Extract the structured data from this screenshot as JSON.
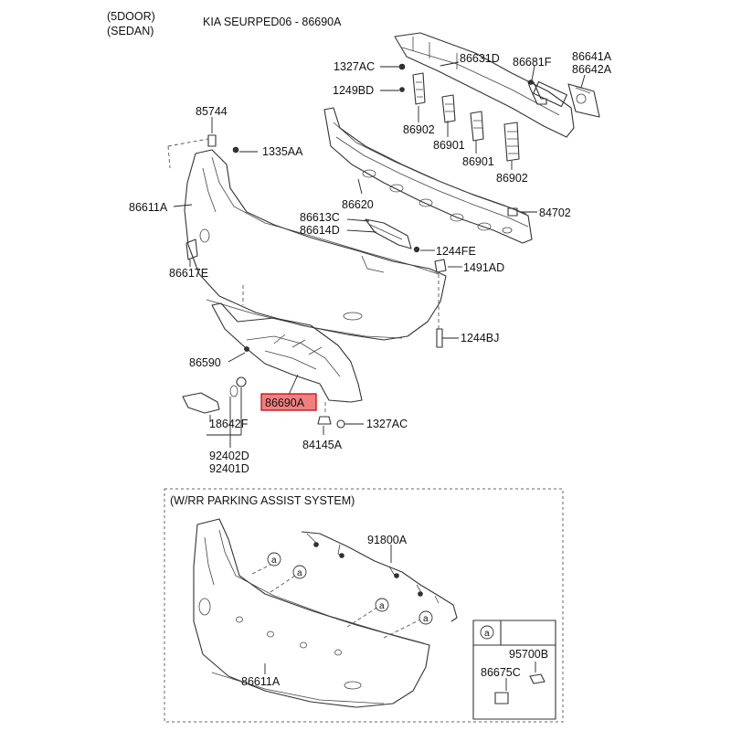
{
  "header": {
    "door": "(5DOOR)",
    "body": "(SEDAN)",
    "catalog_ref": "KIA SEURPED06 - 86690A"
  },
  "parts": {
    "p1327AC_top": "1327AC",
    "p1249BD": "1249BD",
    "p86631D": "86631D",
    "p86681F": "86681F",
    "p86641A": "86641A",
    "p86642A": "86642A",
    "p86902_left": "86902",
    "p86901_left": "86901",
    "p86901_right": "86901",
    "p86902_right": "86902",
    "p85744": "85744",
    "p1335AA": "1335AA",
    "p86611A_top": "86611A",
    "p86620": "86620",
    "p84702": "84702",
    "p86613C": "86613C",
    "p86614D": "86614D",
    "p1244FE": "1244FE",
    "p1491AD": "1491AD",
    "p86617E": "86617E",
    "p1244BJ": "1244BJ",
    "p86590": "86590",
    "p86690A": "86690A",
    "p18642F": "18642F",
    "p1327AC_bottom": "1327AC",
    "p84145A": "84145A",
    "p92402D": "92402D",
    "p92401D": "92401D",
    "p91800A": "91800A",
    "p86611A_bottom": "86611A",
    "p95700B": "95700B",
    "p86675C": "86675C"
  },
  "inset": {
    "title": "(W/RR PARKING ASSIST SYSTEM)",
    "callout": "a"
  },
  "highlight_color": "#f08080"
}
